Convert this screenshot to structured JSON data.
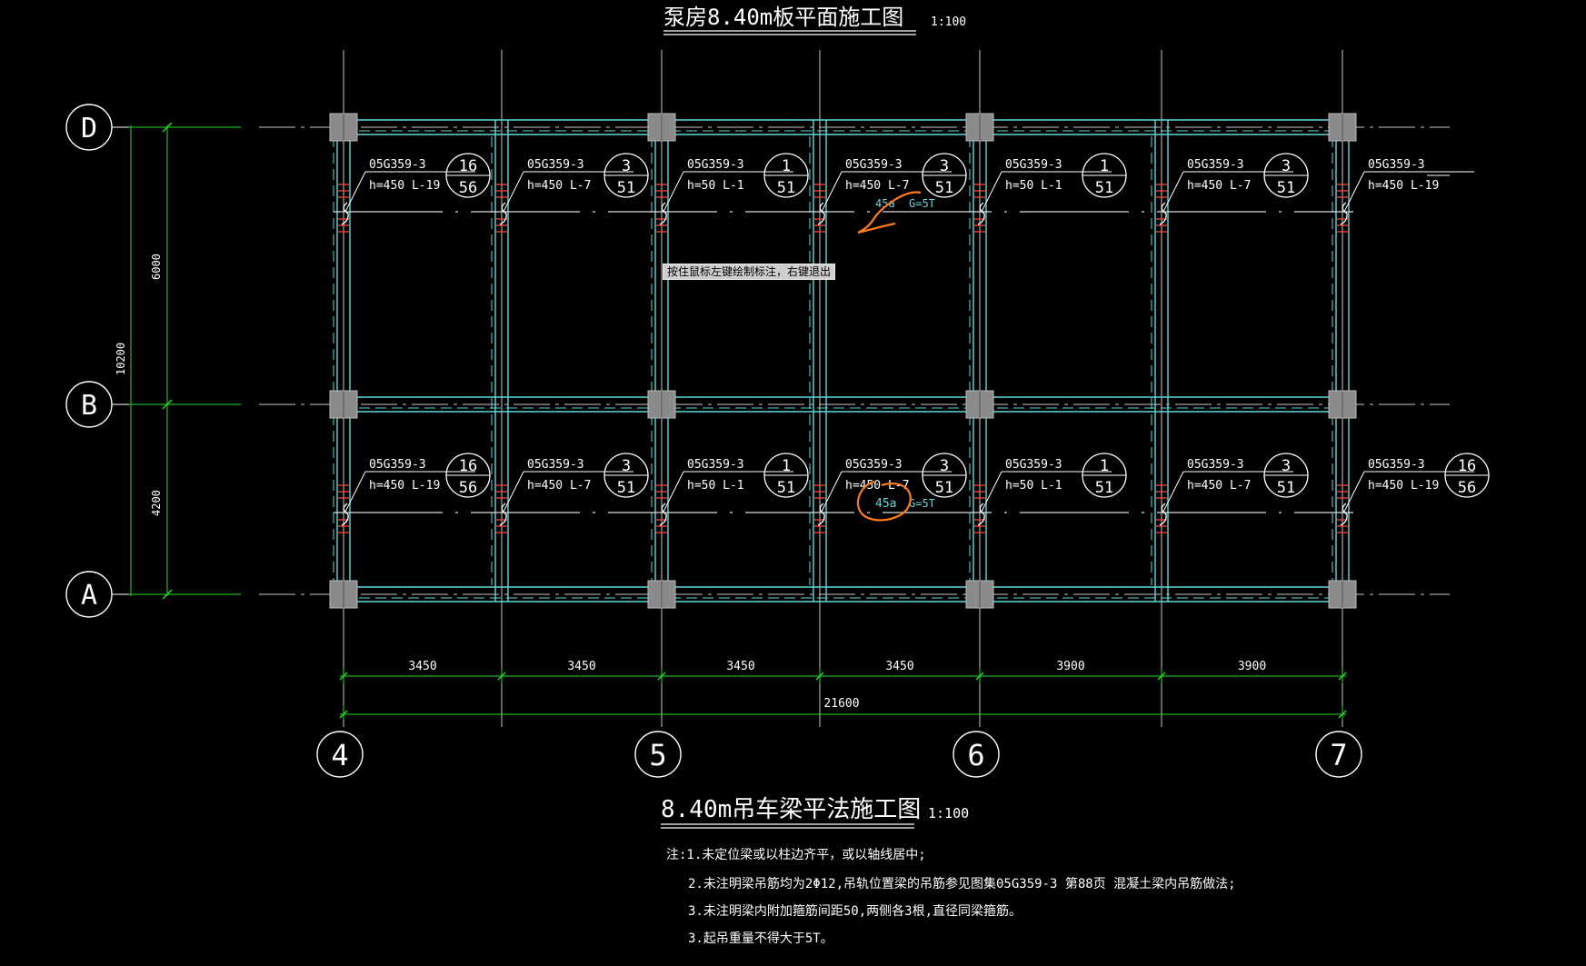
{
  "colors": {
    "background": "#000000",
    "axis_line": "#c8c8c8",
    "beam": "#5fd7d7",
    "dimension": "#22dd22",
    "text": "#ffffff",
    "column": "#8a8a8a",
    "hanger": "#ff4040",
    "markup": "#ff7a1a"
  },
  "titles": {
    "top": "泵房8.40m板平面施工图",
    "top_scale": "1:100",
    "bottom": "8.40m吊车梁平法施工图",
    "bottom_scale": "1:100"
  },
  "cursor_tooltip": "按住鼠标左键绘制标注，右键退出",
  "row_axes": [
    {
      "label": "D"
    },
    {
      "label": "B"
    },
    {
      "label": "A"
    }
  ],
  "column_axes": [
    {
      "label": "4"
    },
    {
      "label": "5"
    },
    {
      "label": "6"
    },
    {
      "label": "7"
    }
  ],
  "dimensions": {
    "vertical_segments": [
      "6000",
      "4200"
    ],
    "vertical_total": "10200",
    "horizontal_segments": [
      "3450",
      "3450",
      "3450",
      "3450",
      "3900",
      "3900"
    ],
    "horizontal_total": "21600"
  },
  "beam_tags": {
    "upper": [
      {
        "atlas": "05G359-3",
        "spec": "h=450 L-19",
        "top": "16",
        "bottom": "56"
      },
      {
        "atlas": "05G359-3",
        "spec": "h=450 L-7",
        "top": "3",
        "bottom": "51"
      },
      {
        "atlas": "05G359-3",
        "spec": "h=50 L-1",
        "top": "1",
        "bottom": "51"
      },
      {
        "atlas": "05G359-3",
        "spec": "h=450 L-7",
        "top": "3",
        "bottom": "51"
      },
      {
        "atlas": "05G359-3",
        "spec": "h=50 L-1",
        "top": "1",
        "bottom": "51"
      },
      {
        "atlas": "05G359-3",
        "spec": "h=450 L-7",
        "top": "3",
        "bottom": "51"
      },
      {
        "atlas": "05G359-3",
        "spec": "h=450 L-19",
        "top": "",
        "bottom": ""
      }
    ],
    "lower": [
      {
        "atlas": "05G359-3",
        "spec": "h=450 L-19",
        "top": "16",
        "bottom": "56"
      },
      {
        "atlas": "05G359-3",
        "spec": "h=450 L-7",
        "top": "3",
        "bottom": "51"
      },
      {
        "atlas": "05G359-3",
        "spec": "h=50 L-1",
        "top": "1",
        "bottom": "51"
      },
      {
        "atlas": "05G359-3",
        "spec": "h=450 L-7",
        "top": "3",
        "bottom": "51"
      },
      {
        "atlas": "05G359-3",
        "spec": "h=50 L-1",
        "top": "1",
        "bottom": "51"
      },
      {
        "atlas": "05G359-3",
        "spec": "h=450 L-7",
        "top": "3",
        "bottom": "51"
      },
      {
        "atlas": "05G359-3",
        "spec": "h=450 L-19",
        "top": "16",
        "bottom": "56"
      }
    ]
  },
  "cyan_labels": {
    "upper": [
      "45a",
      "G=5T"
    ],
    "lower": [
      "45a",
      "G=5T"
    ]
  },
  "notes": [
    "注:1.未定位梁或以柱边齐平，或以轴线居中;",
    "2.未注明梁吊筋均为2Φ12,吊轨位置梁的吊筋参见图集05G359-3  第88页 混凝土梁内吊筋做法;",
    "3.未注明梁内附加箍筋间距50,两侧各3根,直径同梁箍筋。",
    "3.起吊重量不得大于5T。"
  ]
}
